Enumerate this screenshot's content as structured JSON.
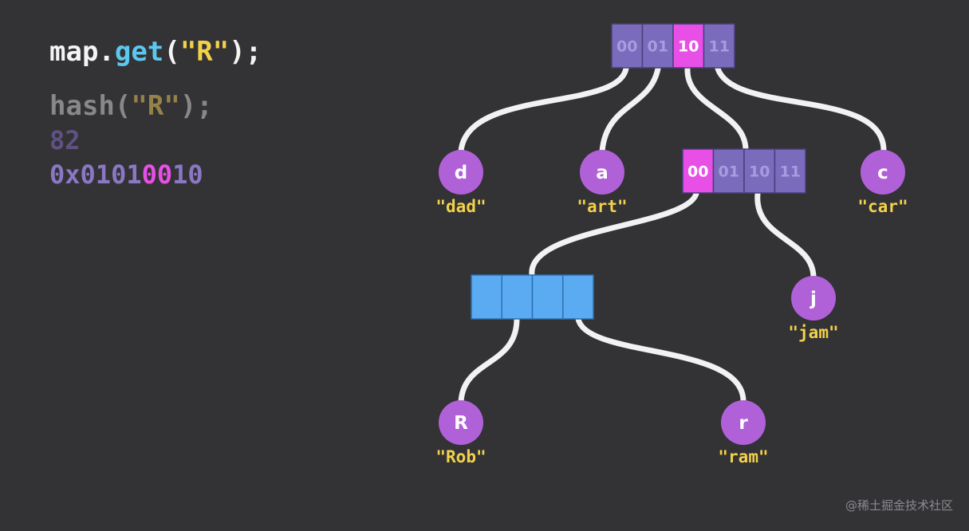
{
  "code": {
    "line1": [
      {
        "text": "map",
        "color": "#f4f4f4"
      },
      {
        "text": ".",
        "color": "#f4f4f4"
      },
      {
        "text": "get",
        "color": "#5cc8ee"
      },
      {
        "text": "(",
        "color": "#f4f4f4"
      },
      {
        "text": "\"R\"",
        "color": "#f2d14b"
      },
      {
        "text": ");",
        "color": "#f4f4f4"
      }
    ],
    "line2": [
      {
        "text": "hash",
        "color": "#cfcfcf"
      },
      {
        "text": "(",
        "color": "#cfcfcf"
      },
      {
        "text": "\"R\"",
        "color": "#e4c45a"
      },
      {
        "text": ");",
        "color": "#cfcfcf"
      }
    ],
    "line3": "82",
    "line4": [
      {
        "text": "0x0101",
        "color": "#8a78c4"
      },
      {
        "text": "00",
        "color": "#e84fe6"
      },
      {
        "text": "10",
        "color": "#8a78c4"
      }
    ]
  },
  "colors": {
    "background": "#333235",
    "slot": "#7b6bbd",
    "slot_highlight": "#e84fe6",
    "bucket": "#5aabf2",
    "leaf": "#b061d8",
    "edge": "#f2f2f2",
    "label": "#f2d14b",
    "purple_text": "#7d68b8"
  },
  "root_node": {
    "slots": [
      "00",
      "01",
      "10",
      "11"
    ],
    "highlight_index": 2
  },
  "child_node": {
    "slots": [
      "00",
      "01",
      "10",
      "11"
    ],
    "highlight_index": 0
  },
  "bucket_node": {
    "slot_count": 4
  },
  "leaves": [
    {
      "id": "d",
      "key": "d",
      "value": "\"dad\""
    },
    {
      "id": "a",
      "key": "a",
      "value": "\"art\""
    },
    {
      "id": "c",
      "key": "c",
      "value": "\"car\""
    },
    {
      "id": "j",
      "key": "j",
      "value": "\"jam\""
    },
    {
      "id": "R",
      "key": "R",
      "value": "\"Rob\""
    },
    {
      "id": "r",
      "key": "r",
      "value": "\"ram\""
    }
  ],
  "watermark": "@稀土掘金技术社区"
}
